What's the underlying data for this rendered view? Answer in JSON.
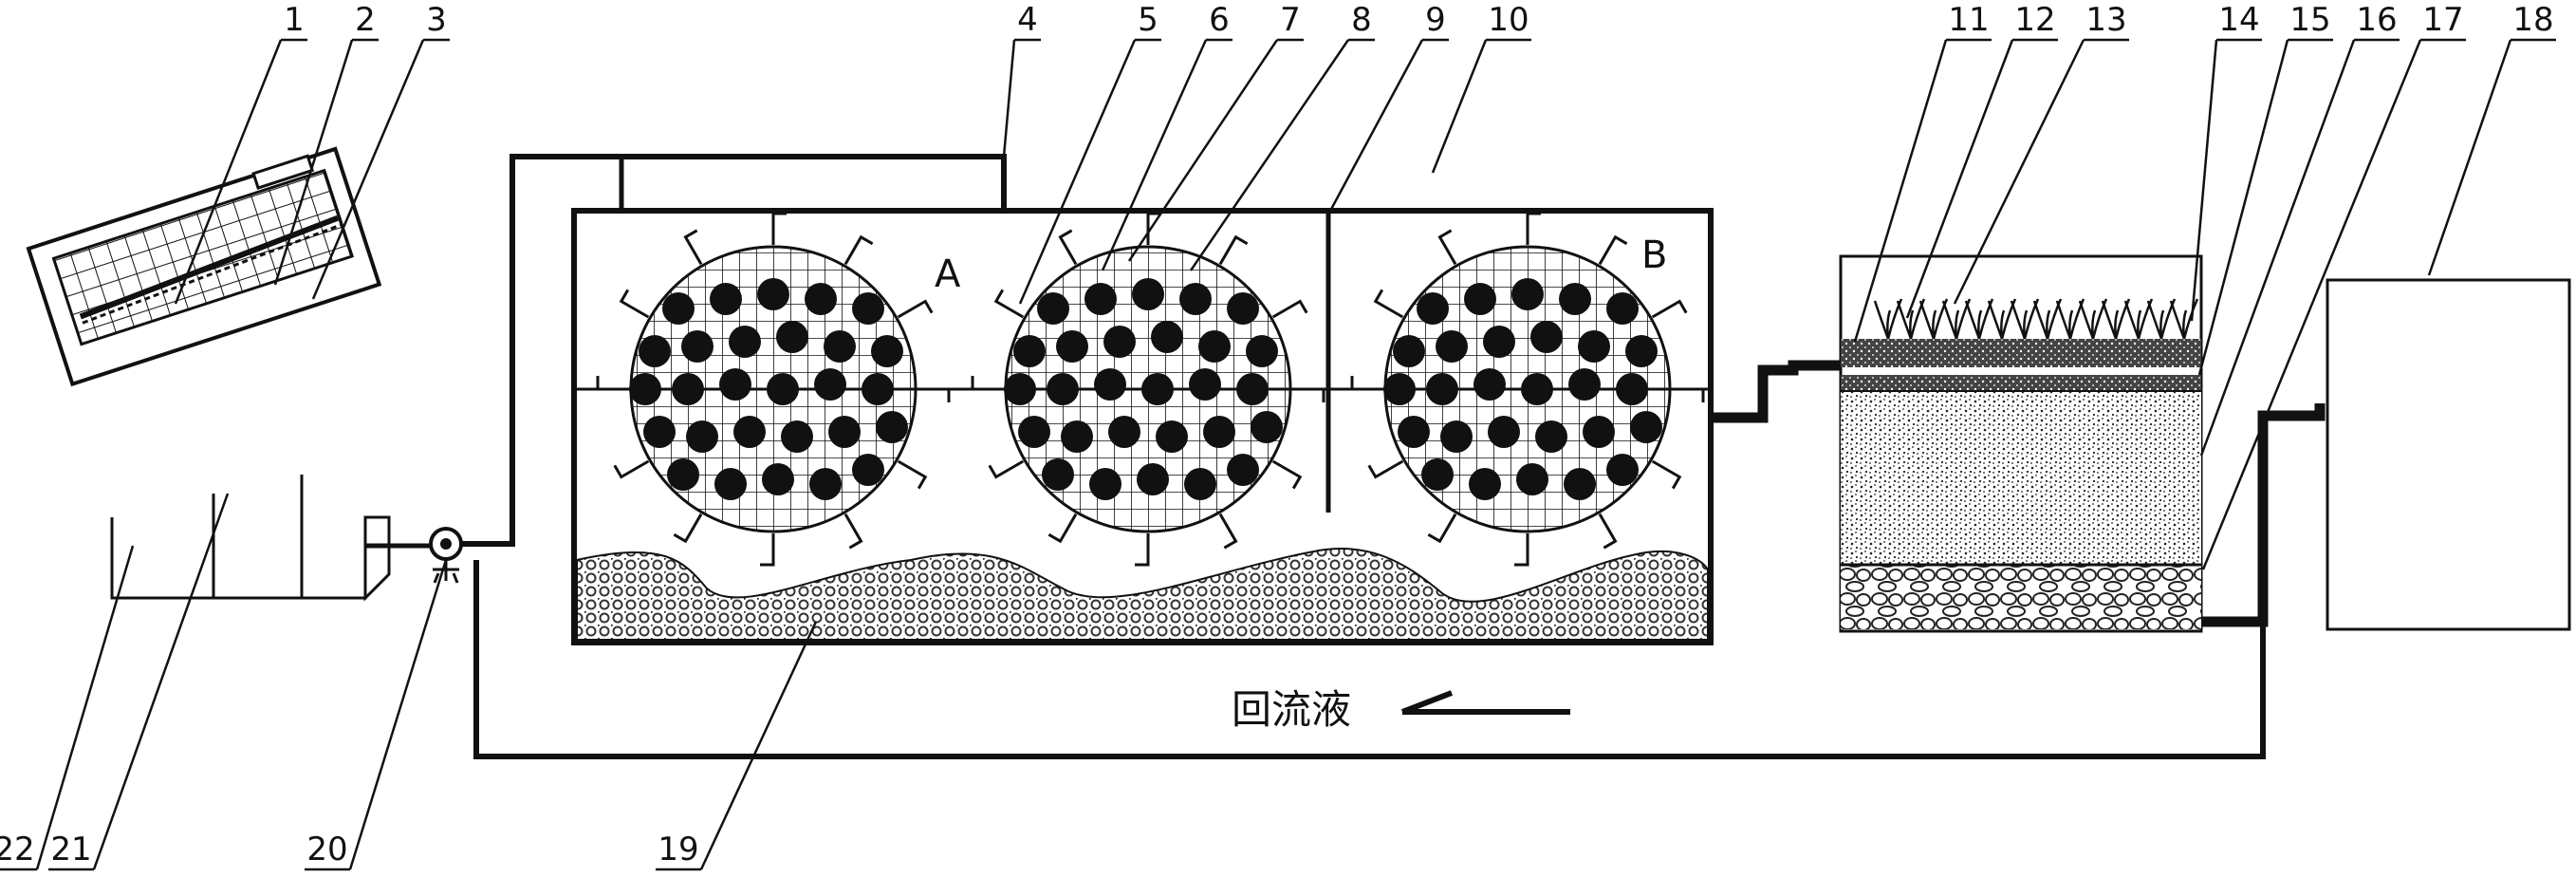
{
  "callouts": [
    "1",
    "2",
    "3",
    "4",
    "5",
    "6",
    "7",
    "8",
    "9",
    "10",
    "11",
    "12",
    "13",
    "14",
    "15",
    "16",
    "17",
    "18",
    "19",
    "20",
    "21",
    "22"
  ],
  "zones": {
    "a": "A",
    "b": "B"
  },
  "flow": {
    "label": "回流液"
  },
  "colors": {
    "ink": "#111111",
    "paper": "#ffffff",
    "sludge": "#555555",
    "soil": "#3a3a3a"
  }
}
